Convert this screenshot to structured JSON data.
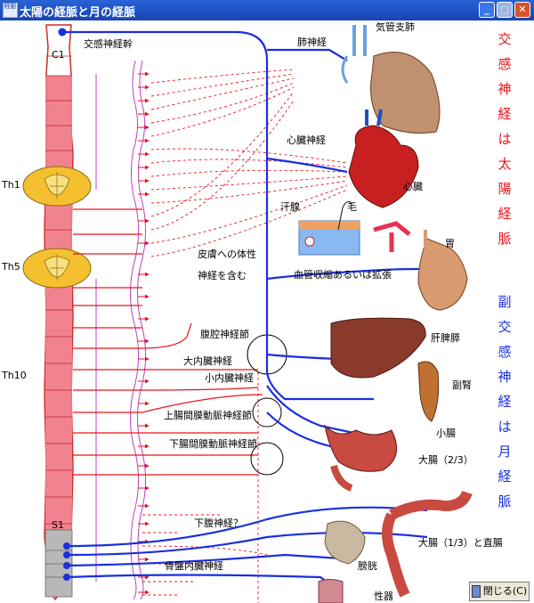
{
  "window": {
    "title": "太陽の経脈と月の経脈",
    "icon_name": "app-icon",
    "icon_text": "経脈"
  },
  "labels": {
    "c1": "C1",
    "th1": "Th1",
    "th5": "Th5",
    "th10": "Th10",
    "s1": "S1",
    "sympathetic_trunk": "交感神経幹",
    "pulmonary_nerve": "肺神経",
    "bronchi": "気管支肺",
    "cardiac_nerve": "心臓神経",
    "heart": "心臓",
    "sweat_gland": "汗腺",
    "hair": "毛",
    "skin_somatic": "皮膚への体性",
    "contains_nerve": "神経を含む",
    "vasomotor": "血管収縮あるいは拡張",
    "stomach": "胃",
    "celiac_ganglion": "腹腔神経節",
    "greater_splanchnic": "大内臓神経",
    "lesser_splanchnic": "小内臓神経",
    "liver_spleen": "肝脾膵",
    "adrenal": "副腎",
    "superior_mesenteric": "上腸間膜動脈神経節",
    "small_intestine": "小腸",
    "inferior_mesenteric": "下腸間膜動脈神経節",
    "large_intestine_23": "大腸（2/3）",
    "hypogastric": "下腹神経？",
    "large_intestine_13": "大腸（1/3）と直腸",
    "bladder": "膀胱",
    "pelvic_splanchnic": "骨盤内臓神経",
    "genitals": "性器"
  },
  "side_titles": {
    "sympathetic": [
      "交",
      "感",
      "神",
      "経",
      "は",
      "太",
      "陽",
      "経",
      "脈"
    ],
    "parasympathetic": [
      "副",
      "交",
      "感",
      "神",
      "経",
      "は",
      "月",
      "経",
      "脈"
    ]
  },
  "buttons": {
    "close": "閉じる(C)"
  },
  "colors": {
    "sympathetic": "#e8141c",
    "parasympathetic": "#1a2fe0",
    "spinal_cord": "#f07c8a",
    "chain": "#c040c0"
  }
}
